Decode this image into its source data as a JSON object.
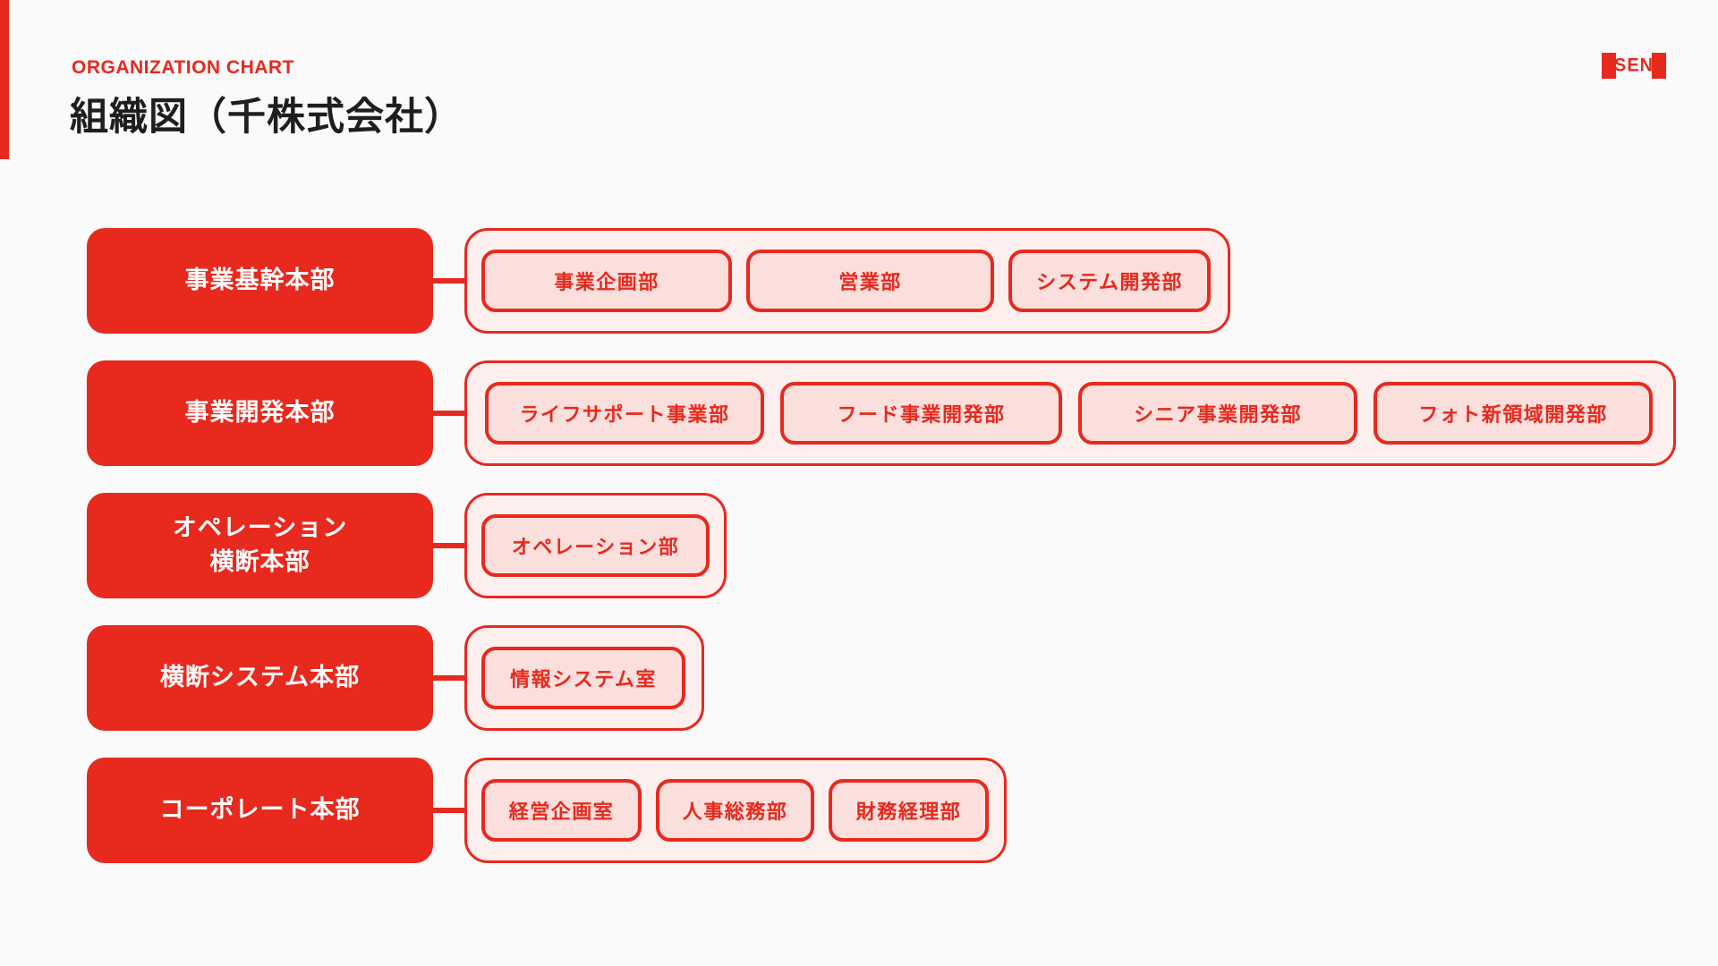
{
  "header": {
    "eyebrow": "ORGANIZATION CHART",
    "title": "組織図（千株式会社）",
    "logo_text": "SEN"
  },
  "colors": {
    "red": "#E8291E",
    "container_fill": "#FCEFED",
    "child_fill": "#FADFDC",
    "background": "#FAFAFA",
    "title_text": "#1E1E1E"
  },
  "chart_data": {
    "type": "org-chart",
    "company": "千株式会社",
    "rows": [
      {
        "parent": "事業基幹本部",
        "children": [
          "事業企画部",
          "営業部",
          "システム開発部"
        ]
      },
      {
        "parent": "事業開発本部",
        "children": [
          "ライフサポート事業部",
          "フード事業開発部",
          "シニア事業開発部",
          "フォト新領域開発部"
        ]
      },
      {
        "parent": "オペレーション\n横断本部",
        "children": [
          "オペレーション部"
        ]
      },
      {
        "parent": "横断システム本部",
        "children": [
          "情報システム室"
        ]
      },
      {
        "parent": "コーポレート本部",
        "children": [
          "経営企画室",
          "人事総務部",
          "財務経理部"
        ]
      }
    ]
  }
}
